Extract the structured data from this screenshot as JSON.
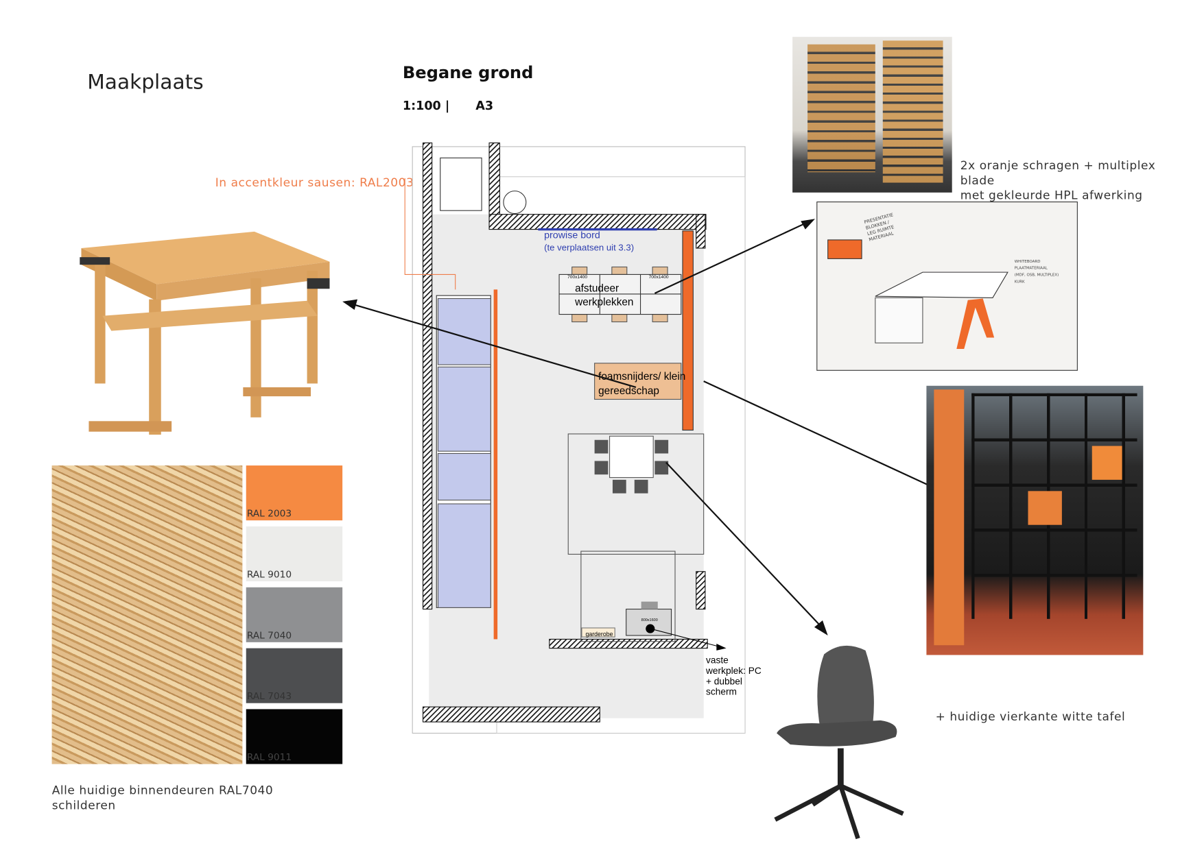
{
  "page_title": "Maakplaats",
  "plan": {
    "title": "Begane grond",
    "scale": "1:100 |",
    "paper": "A3",
    "prowise_label": "prowise bord",
    "prowise_note": "(te verplaatsen uit 3.3)",
    "table_size": "700x1400",
    "afstudeer_1": "afstudeer",
    "afstudeer_2": "werkplekken",
    "foam_1": "foamsnijders/ klein",
    "foam_2": "gereedschap",
    "garderobe": "garderobe",
    "desk_size": "800x1600",
    "vaste_1": "vaste",
    "vaste_2": "werkplek: PC",
    "vaste_3": "+ dubbel",
    "vaste_4": "scherm"
  },
  "accent_note": "In accentkleur sausen: RAL2003",
  "trestle_note_1": "2x oranje schragen + multiplex blade",
  "trestle_note_2": "met gekleurde HPL afwerking",
  "sketch": {
    "label_1": "PRESENTATIE",
    "label_2": "BLOKKEN /",
    "label_3": "LEG RUIMTE",
    "label_4": "MATERIAAL",
    "label_5": "WHITEBOARD",
    "label_6": "PLAATMATERIAAL",
    "label_7": "(MDF, OSB, MULTIPLEX)",
    "label_8": "KURK"
  },
  "table_note": "+ huidige vierkante witte tafel",
  "doors_note_1": "Alle huidige binnendeuren RAL7040",
  "doors_note_2": "schilderen",
  "swatches": [
    {
      "label": "RAL 2003",
      "color": "#f58a42"
    },
    {
      "label": "RAL 9010",
      "color": "#ececea"
    },
    {
      "label": "RAL 7040",
      "color": "#8f9092"
    },
    {
      "label": "RAL 7043",
      "color": "#4d4e50"
    },
    {
      "label": "RAL 9011",
      "color": "#050505"
    }
  ],
  "accent_color": "#ef6a2a"
}
